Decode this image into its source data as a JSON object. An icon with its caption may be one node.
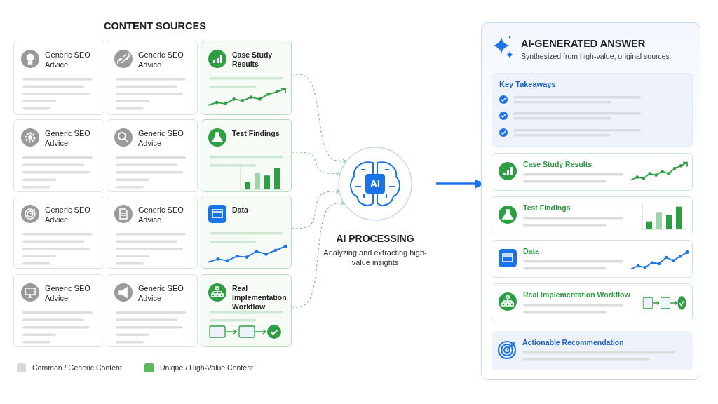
{
  "diagram": {
    "nodes": [
      {
        "text": [
          "Generic SEO Advice"
        ]
      },
      {
        "text": [
          "Generic SEO Advice"
        ]
      },
      {
        "text": [
          "Case Study Results"
        ]
      },
      {
        "text": [
          "Generic SEO Advice"
        ]
      },
      {
        "text": [
          "Generic SEO Advice"
        ]
      },
      {
        "text": [
          "Test Findings"
        ]
      },
      {
        "text": [
          "Generic SEO Advice"
        ]
      },
      {
        "text": [
          "Generic SEO Advice"
        ]
      },
      {
        "text": [
          "Data"
        ]
      },
      {
        "text": [
          "Generic SEO Advice"
        ]
      },
      {
        "text": [
          "Generic SEO Advice"
        ]
      },
      {
        "text": [
          "Real Implementation Workflow"
        ]
      },
      {
        "text": [
          "AI",
          "AI PROCESSING",
          "Analyzing and extracting high-value insights"
        ]
      },
      {
        "text": [
          "AI-GENERATED ANSWER",
          "Synthesized from high-value, original sources"
        ]
      },
      {
        "text": [
          "Key Takeaways"
        ],
        "in": 13
      },
      {
        "text": [
          "Case Study Results"
        ],
        "in": 13
      },
      {
        "text": [
          "Test Findings"
        ],
        "in": 13
      },
      {
        "text": [
          "Data"
        ],
        "in": 13
      },
      {
        "text": [
          "Real Implementation Workflow"
        ],
        "in": 13
      },
      {
        "text": [
          "Actionable Recommendation"
        ],
        "in": 13
      }
    ],
    "edges": [
      {
        "from": 2,
        "to": 12,
        "arrow": "to",
        "style": "dashed"
      },
      {
        "from": 5,
        "to": 12,
        "arrow": "to",
        "style": "dashed"
      },
      {
        "from": 8,
        "to": 12,
        "arrow": "to",
        "style": "dashed"
      },
      {
        "from": 11,
        "to": 12,
        "arrow": "to",
        "style": "dashed"
      },
      {
        "from": 12,
        "to": 13,
        "arrow": "to",
        "style": "thick",
        "color": "#1a73e8"
      }
    ],
    "labels": [
      "CONTENT SOURCES"
    ],
    "legend": [
      {
        "text": "Common / Generic Content",
        "color": "#d9d9d9"
      },
      {
        "text": "Unique / High-Value Content",
        "color": "#5cb85c"
      }
    ]
  }
}
